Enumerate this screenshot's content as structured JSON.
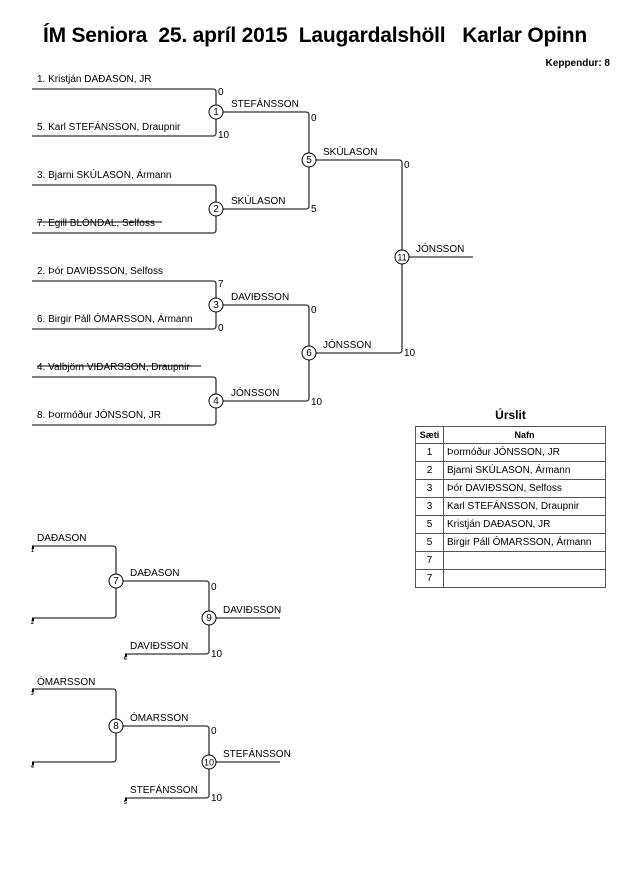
{
  "header": {
    "title": "ÍM Seniora  25. apríl 2015  Laugardalshöll   Karlar Opinn",
    "competitor_count": "Keppendur: 8"
  },
  "main_bracket": {
    "round1": [
      {
        "match": "1",
        "top": {
          "label": "1. Kristján DAÐASON, JR",
          "score": "0",
          "withdrawn": false
        },
        "bottom": {
          "label": "5. Karl  STEFÁNSSON, Draupnir",
          "score": "10",
          "withdrawn": false
        },
        "winner": "STEFÁNSSON"
      },
      {
        "match": "2",
        "top": {
          "label": "3. Bjarni SKÚLASON, Ármann",
          "score": "",
          "withdrawn": false
        },
        "bottom": {
          "label": "7. Egill BLÖNDAL, Selfoss",
          "score": "",
          "withdrawn": true
        },
        "winner": "SKÚLASON"
      },
      {
        "match": "3",
        "top": {
          "label": "2. Þór DAVIÐSSON, Selfoss",
          "score": "7",
          "withdrawn": false
        },
        "bottom": {
          "label": "6. Birgir Páll ÓMARSSON, Ármann",
          "score": "0",
          "withdrawn": false
        },
        "winner": "DAVIÐSSON"
      },
      {
        "match": "4",
        "top": {
          "label": "4. Valbjörn VIÐARSSON, Draupnir",
          "score": "",
          "withdrawn": true
        },
        "bottom": {
          "label": "8. Þormóður JÓNSSON, JR",
          "score": "",
          "withdrawn": false
        },
        "winner": "JÓNSSON"
      }
    ],
    "round2": [
      {
        "match": "5",
        "top_score": "0",
        "bottom_score": "5",
        "winner": "SKÚLASON"
      },
      {
        "match": "6",
        "top_score": "0",
        "bottom_score": "10",
        "winner": "JÓNSSON"
      }
    ],
    "final": {
      "match": "11",
      "top_score": "0",
      "bottom_score": "10",
      "winner": "JÓNSSON"
    }
  },
  "repechage": [
    {
      "first": {
        "match": "7",
        "top": {
          "label": "DAÐASON",
          "seed": "1"
        },
        "bottom": {
          "label": "",
          "seed": "2"
        },
        "winner": "DAÐASON"
      },
      "second": {
        "match": "9",
        "top_score": "0",
        "bottom": {
          "label": "DAVIÐSSON",
          "seed": "6"
        },
        "bottom_score": "10",
        "winner": "DAVIÐSSON"
      }
    },
    {
      "first": {
        "match": "8",
        "top": {
          "label": "ÓMARSSON",
          "seed": "3"
        },
        "bottom": {
          "label": "",
          "seed": "4"
        },
        "winner": "ÓMARSSON"
      },
      "second": {
        "match": "10",
        "top_score": "0",
        "bottom": {
          "label": "STEFÁNSSON",
          "seed": "5"
        },
        "bottom_score": "10",
        "winner": "STEFÁNSSON"
      }
    }
  ],
  "results": {
    "title": "Úrslit",
    "columns": [
      "Sæti",
      "Nafn"
    ],
    "rows": [
      {
        "place": "1",
        "name": "Þormóður JÓNSSON, JR"
      },
      {
        "place": "2",
        "name": "Bjarni SKÚLASON, Ármann"
      },
      {
        "place": "3",
        "name": "Þór DAVIÐSSON, Selfoss"
      },
      {
        "place": "3",
        "name": "Karl  STEFÁNSSON, Draupnir"
      },
      {
        "place": "5",
        "name": "Kristján DAÐASON, JR"
      },
      {
        "place": "5",
        "name": "Birgir Páll ÓMARSSON, Ármann"
      },
      {
        "place": "7",
        "name": ""
      },
      {
        "place": "7",
        "name": ""
      }
    ]
  }
}
